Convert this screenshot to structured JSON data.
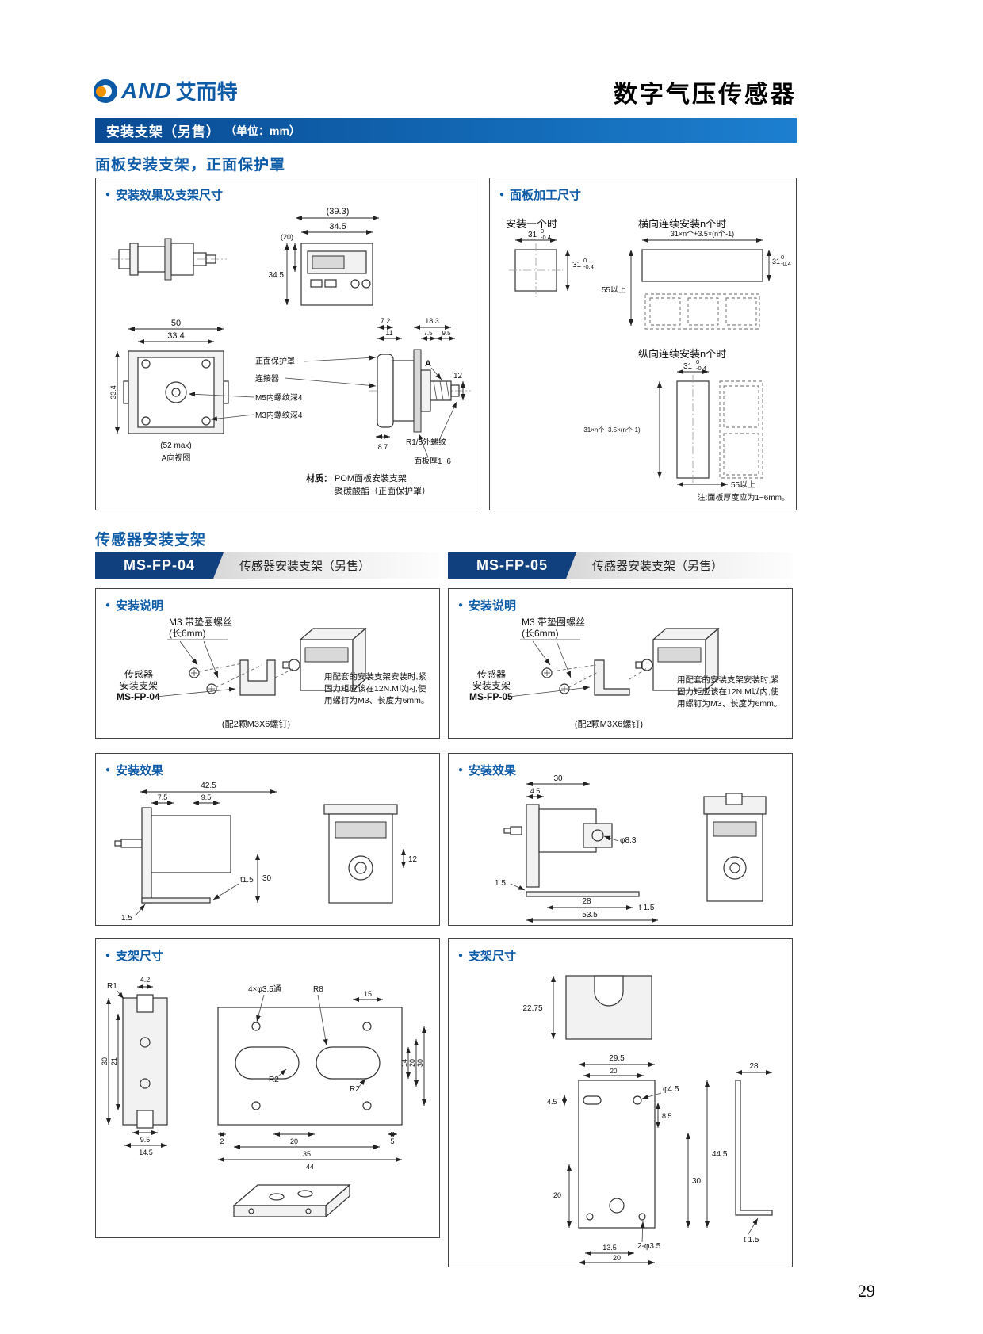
{
  "icons": {
    "bullet": "●",
    "brand_logo": "ring-with-orange-dot"
  },
  "header": {
    "brand_prefix": "AND",
    "brand_name": "艾而特",
    "doc_title": "数字气压传感器"
  },
  "banner": {
    "title": "安装支架（另售）",
    "unit": "（单位：mm）"
  },
  "panel_section": {
    "title": "面板安装支架，正面保护罩",
    "effect_box": {
      "title": "安装效果及支架尺寸",
      "dims": {
        "w_outer": "(39.3)",
        "w_front": "34.5",
        "h_front": "34.5",
        "d_20": "(20)",
        "w_50": "50",
        "w_334": "33.4",
        "h_334": "33.4",
        "max52": "(52 max)",
        "d72": "7.2",
        "d11": "11",
        "d183": "18.3",
        "d75": "7.5",
        "d95": "9.5",
        "a": "A",
        "d12": "12",
        "d87": "8.7"
      },
      "labels": {
        "front_cover": "正面保护罩",
        "connector": "连接器",
        "m5": "M5内螺纹深4",
        "m3": "M3内螺纹深4",
        "a_view": "A向视图",
        "thread": "R1/8外螺纹",
        "panel_thk": "面板厚1~6"
      },
      "material_title": "材质：",
      "material_1": "POM面板安装支架",
      "material_2": "聚碳酸酯（正面保护罩）"
    },
    "cutout_box": {
      "title": "面板加工尺寸",
      "single_label": "安装一个时",
      "horizontal_label": "横向连续安装n个时",
      "vertical_label": "纵向连续安装n个时",
      "dim31": "31",
      "tol_hi": "0",
      "tol_lo": "-0.4",
      "dim_n": "31×n个+3.5×(n个-1)",
      "dim55": "55以上",
      "note": "注:面板厚度应为1~6mm。"
    }
  },
  "bracket_section": {
    "title": "传感器安装支架",
    "fp04": {
      "model": "MS-FP-04",
      "subtitle": "传感器安装支架（另售）",
      "install": {
        "title": "安装说明",
        "screw1": "M3 带垫圈螺丝",
        "screw2": "(长6mm)",
        "b1": "传感器",
        "b2": "安装支架",
        "b3": "MS-FP-04",
        "included": "(配2颗M3X6螺钉)",
        "note": "用配套的安装支架安装时,紧固力矩应该在12N.M以内,使用螺钉为M3、长度为6mm。"
      },
      "effect": {
        "title": "安装效果",
        "d425": "42.5",
        "d75": "7.5",
        "d95": "9.5",
        "d12": "12",
        "t15": "t1.5",
        "d30": "30",
        "d15": "1.5"
      },
      "size": {
        "title": "支架尺寸",
        "r1": "R1",
        "d42": "4.2",
        "holes": "4×φ3.5通",
        "r8": "R8",
        "d15": "15",
        "d30l": "30",
        "d21": "21",
        "d14": "14",
        "d20r": "20",
        "d30r": "30",
        "r2a": "R2",
        "r2b": "R2",
        "d95": "9.5",
        "d145": "14.5",
        "d2": "2",
        "d20b": "20",
        "d5": "5",
        "d35": "35",
        "d44": "44"
      }
    },
    "fp05": {
      "model": "MS-FP-05",
      "subtitle": "传感器安装支架（另售）",
      "install": {
        "title": "安装说明",
        "screw1": "M3 带垫圈螺丝",
        "screw2": "(长6mm)",
        "b1": "传感器",
        "b2": "安装支架",
        "b3": "MS-FP-05",
        "included": "(配2颗M3X6螺钉)",
        "note": "用配套的安装支架安装时,紧固力矩应该在12N.M以内,使用螺钉为M3、长度为6mm。"
      },
      "effect": {
        "title": "安装效果",
        "d30": "30",
        "d45": "4.5",
        "d83": "φ8.3",
        "d15": "1.5",
        "d28": "28",
        "t15": "t 1.5",
        "d535": "53.5"
      },
      "size": {
        "title": "支架尺寸",
        "d2275": "22.75",
        "d295": "29.5",
        "d20t": "20",
        "d45h": "φ4.5",
        "d28": "28",
        "d45l": "4.5",
        "d85": "8.5",
        "d445": "44.5",
        "d30": "30",
        "d20l": "20",
        "holes": "2-φ3.5",
        "t15": "t 1.5",
        "d135": "13.5",
        "d20b": "20"
      }
    }
  },
  "footer": {
    "page_number": "29"
  }
}
